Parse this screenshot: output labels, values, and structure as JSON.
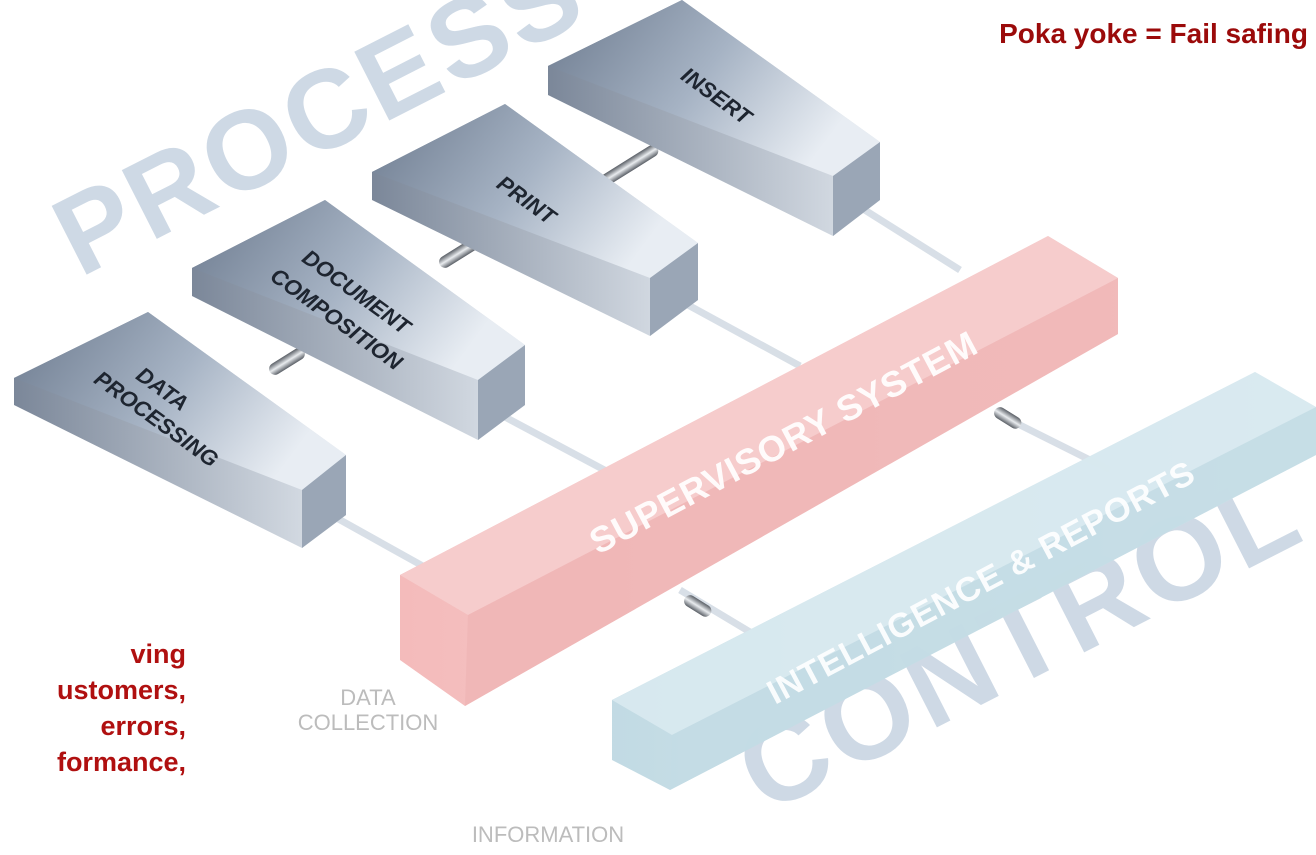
{
  "headline": "Poka yoke = Fail safing",
  "side_text": [
    "ving",
    "ustomers,",
    "errors,",
    "formance,"
  ],
  "diagram": {
    "process_label": "PROCESS",
    "control_label": "CONTROL",
    "process_blocks": [
      {
        "lines": [
          "DATA",
          "PROCESSING"
        ]
      },
      {
        "lines": [
          "DOCUMENT",
          "COMPOSITION"
        ]
      },
      {
        "lines": [
          "PRINT"
        ]
      },
      {
        "lines": [
          "INSERT"
        ]
      }
    ],
    "supervisory_label": "SUPERVISORY SYSTEM",
    "intelligence_label": "INTELLIGENCE & REPORTS",
    "data_collection_lines": [
      "DATA",
      "COLLECTION"
    ],
    "information_label": "INFORMATION"
  },
  "colors": {
    "headline": "#9b0a0a",
    "side_text": "#b01010",
    "process_block": "#8f9db0",
    "supervisory_bar": "#f4c6c6",
    "intelligence_bar": "#cfe3ea",
    "watermark": "#b9c9da",
    "caption": "#bcbcbc"
  }
}
